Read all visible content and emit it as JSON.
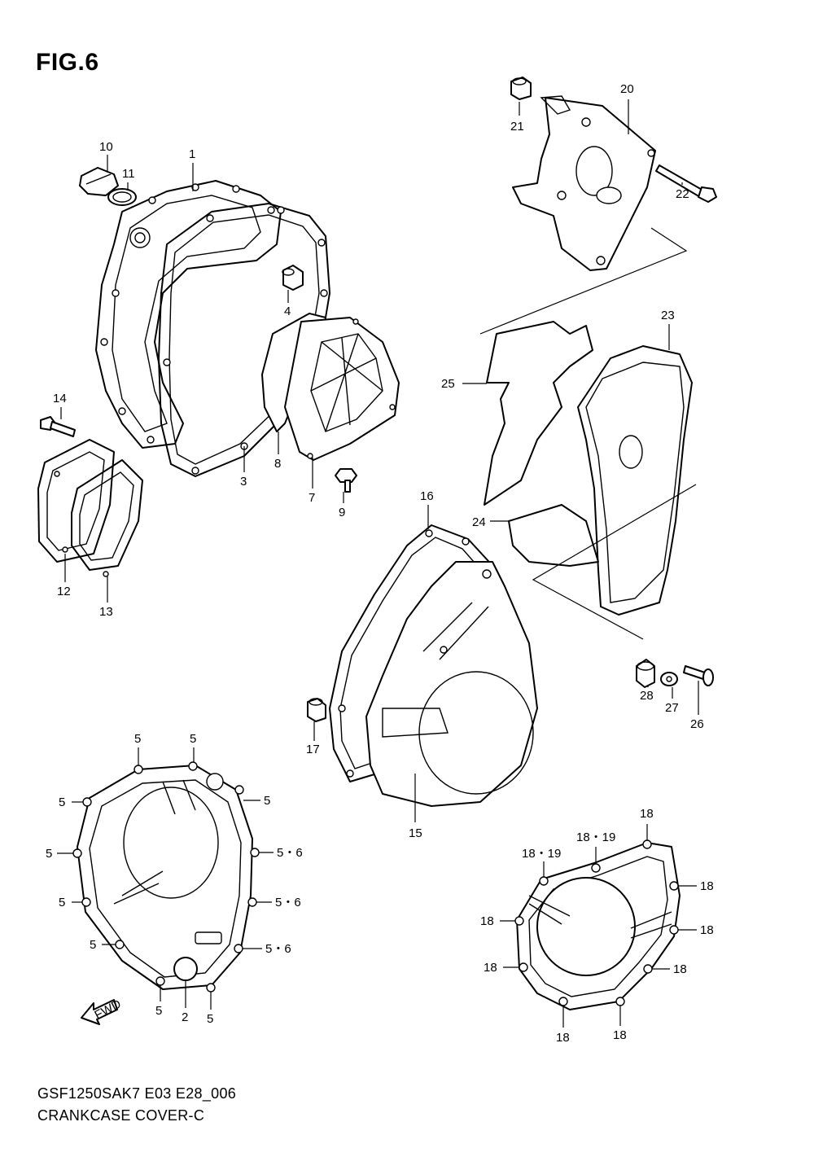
{
  "figure": {
    "title": "FIG.6",
    "model_code": "GSF1250SAK7 E03 E28_006",
    "diagram_name": "CRANKCASE COVER-C",
    "fwd_arrow_text": "FWD"
  },
  "callouts": {
    "c1": "1",
    "c2": "2",
    "c3": "3",
    "c4": "4",
    "c7": "7",
    "c8": "8",
    "c9": "9",
    "c10": "10",
    "c11": "11",
    "c12": "12",
    "c13": "13",
    "c14": "14",
    "c15": "15",
    "c16": "16",
    "c17": "17",
    "c20": "20",
    "c21": "21",
    "c22": "22",
    "c23": "23",
    "c24": "24",
    "c25": "25",
    "c26": "26",
    "c27": "27",
    "c28": "28",
    "bolt5": "5",
    "bolt56": "5・6",
    "bolt18": "18",
    "bolt1819": "18・19"
  }
}
